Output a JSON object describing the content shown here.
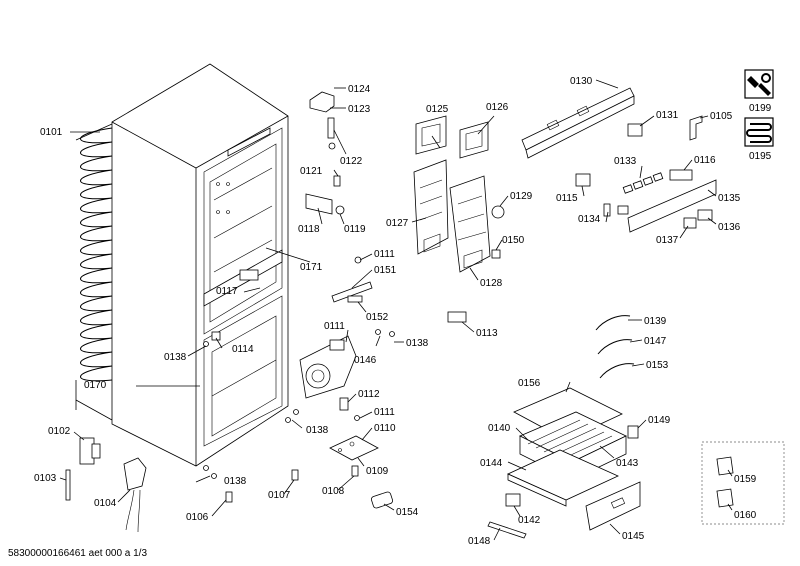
{
  "document_id": "58300000166461 aet 000 a 1/3",
  "parts": [
    "0101",
    "0102",
    "0103",
    "0104",
    "0105",
    "0106",
    "0107",
    "0108",
    "0109",
    "0110",
    "0111",
    "0111",
    "0111",
    "0112",
    "0113",
    "0114",
    "0115",
    "0116",
    "0117",
    "0118",
    "0119",
    "0121",
    "0122",
    "0123",
    "0124",
    "0125",
    "0126",
    "0127",
    "0128",
    "0129",
    "0130",
    "0131",
    "0133",
    "0134",
    "0135",
    "0136",
    "0137",
    "0138",
    "0138",
    "0138",
    "0138",
    "0139",
    "0140",
    "0142",
    "0143",
    "0144",
    "0145",
    "0146",
    "0147",
    "0148",
    "0149",
    "0150",
    "0151",
    "0152",
    "0153",
    "0154",
    "0156",
    "0159",
    "0160",
    "0170",
    "0171",
    "0195",
    "0199"
  ],
  "icons": [
    "tool-icon",
    "coil-icon"
  ]
}
